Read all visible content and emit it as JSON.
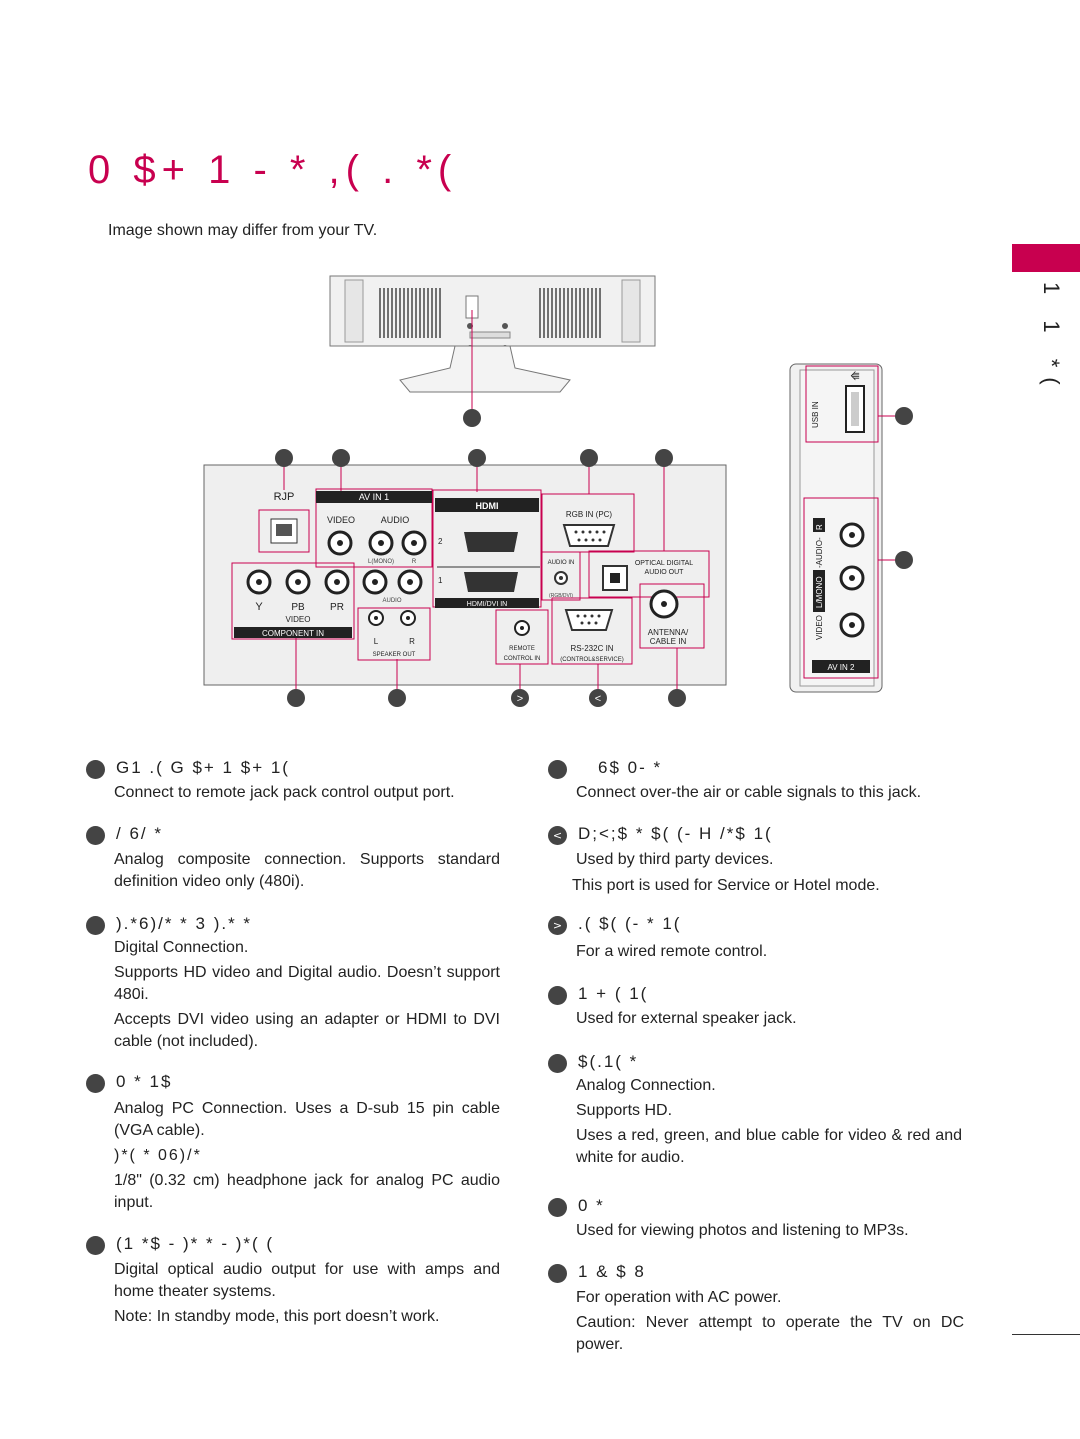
{
  "page": {
    "title": "0 $+ 1   - * ,( . *(",
    "subtitle": "Image shown may differ from your TV.",
    "side_label": "1 1   *("
  },
  "diagram": {
    "rear_panel_labels": {
      "rjp": "RJP",
      "av_in_1": "AV IN 1",
      "video": "VIDEO",
      "audio": "AUDIO",
      "l_mono": "L(MONO)",
      "r": "R",
      "hdmi_logo": "HDMI",
      "hdmi_dvi_in": "HDMI/DVI IN",
      "hdmi_2": "2",
      "hdmi_1": "1",
      "rgb_in_pc": "RGB IN (PC)",
      "audio_in": "AUDIO IN",
      "rgb_dvi": "(RGB/DVI)",
      "optical_line1": "OPTICAL DIGITAL",
      "optical_line2": "AUDIO OUT",
      "y": "Y",
      "pb": "PB",
      "pr": "PR",
      "video_small": "VIDEO",
      "component_in": "COMPONENT IN",
      "audio_small": "AUDIO",
      "speaker_l": "L",
      "speaker_r": "R",
      "speaker_out": "SPEAKER OUT",
      "remote_line1": "REMOTE",
      "remote_line2": "CONTROL IN",
      "rs232c_in": "RS-232C IN",
      "control_service": "(CONTROL&SERVICE)",
      "antenna_line1": "ANTENNA/",
      "antenna_line2": "CABLE IN"
    },
    "side_panel_labels": {
      "usb_in": "USB IN",
      "video": "VIDEO",
      "l_mono": "L/MONO",
      "audio": "-AUDIO-",
      "r": "R",
      "av_in_2": "AV IN 2"
    },
    "callout_glyphs": {
      "bottom_3": ">",
      "bottom_4": "<"
    }
  },
  "left_items": [
    {
      "bullet": "",
      "heading": "G1    .(   G $+ 1 $+   1(",
      "lines": [
        "Connect to remote jack pack control output port."
      ]
    },
    {
      "bullet": "",
      "heading": "/      6/      *",
      "lines": [
        "Analog composite connection. Supports standard definition video only (480i)."
      ]
    },
    {
      "bullet": "",
      "heading": ").*6)/* * 3  ).* *",
      "lines": [
        "Digital Connection.",
        "Supports HD video and Digital audio. Doesn’t support 480i.",
        "Accepts DVI video using an adapter or HDMI to DVI cable (not included)."
      ]
    },
    {
      "bullet": "",
      "heading": "0 *     1$",
      "lines": [
        "Analog PC Connection. Uses a D-sub 15 pin cable (VGA cable).",
        ")*( *     06)/*",
        "1/8\" (0.32 cm) headphone jack for analog PC audio input."
      ]
    },
    {
      "bullet": "",
      "heading": "(1 *$ - )* * -  )*( (",
      "lines": [
        "Digital optical audio output for use with amps and home theater systems.",
        "Note: In standby mode, this port doesn’t work."
      ]
    }
  ],
  "right_items": [
    {
      "bullet": "",
      "heading": "6$ 0-  *",
      "lines": [
        "Connect over-the air or cable signals to this jack."
      ]
    },
    {
      "bullet": "<",
      "heading": "D;<;$ *   $(   (- H    /*$  1(",
      "lines": [
        "Used by third party devices.",
        "This port is used for Service or Hotel mode."
      ]
    },
    {
      "bullet": ">",
      "heading": ".(   $(   (- *  1(",
      "lines": [
        "For a wired remote control."
      ]
    },
    {
      "bullet": "",
      "heading": "1  +    (    1(",
      "lines": [
        "Used for external speaker jack."
      ]
    },
    {
      "bullet": "",
      "heading": "$(.1(       *",
      "lines": [
        "Analog Connection.",
        "Supports HD.",
        "Uses a red, green, and blue cable for video & red and white for audio."
      ]
    },
    {
      "bullet": "",
      "heading": "0 *",
      "lines": [
        "Used for viewing photos and listening to MP3s."
      ]
    },
    {
      "bullet": "",
      "heading": "1 &   $        8",
      "lines": [
        "For operation with AC power.",
        "Caution: Never attempt to operate the TV on DC power."
      ]
    }
  ],
  "colors": {
    "accent": "#c8004f",
    "bullet": "#444444"
  }
}
